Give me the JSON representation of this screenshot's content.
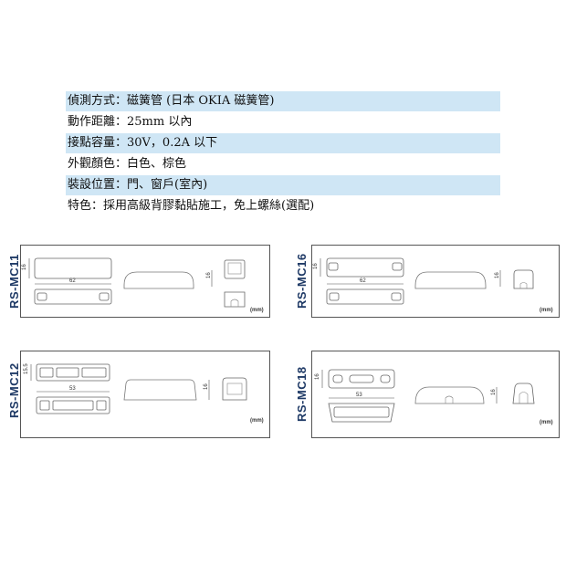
{
  "specs": [
    {
      "text": "偵測方式：磁簧管 (日本 OKIA 磁簧管)"
    },
    {
      "text": "動作距離：25mm 以內"
    },
    {
      "text": "接點容量：30V，0.2A 以下"
    },
    {
      "text": "外觀顏色：白色、棕色"
    },
    {
      "text": "裝設位置：門、窗戶(室內)"
    },
    {
      "text": "特色：採用高級背膠黏貼施工，免上螺絲(選配)"
    }
  ],
  "colors": {
    "highlight": "#cfe6f5",
    "model_text": "#1f3a66",
    "border": "#555555"
  },
  "panels": [
    {
      "model": "RS-MC11",
      "unit": "(mm)",
      "dims": {
        "height": "16",
        "length": "62",
        "side": "16"
      }
    },
    {
      "model": "RS-MC16",
      "unit": "(mm)",
      "dims": {
        "height": "16",
        "length": "62",
        "side": "16"
      }
    },
    {
      "model": "RS-MC12",
      "unit": "(mm)",
      "dims": {
        "height": "15.5",
        "length": "53",
        "side": "16"
      }
    },
    {
      "model": "RS-MC18",
      "unit": "(mm)",
      "dims": {
        "height": "16",
        "length": "53",
        "side": "16"
      }
    }
  ]
}
